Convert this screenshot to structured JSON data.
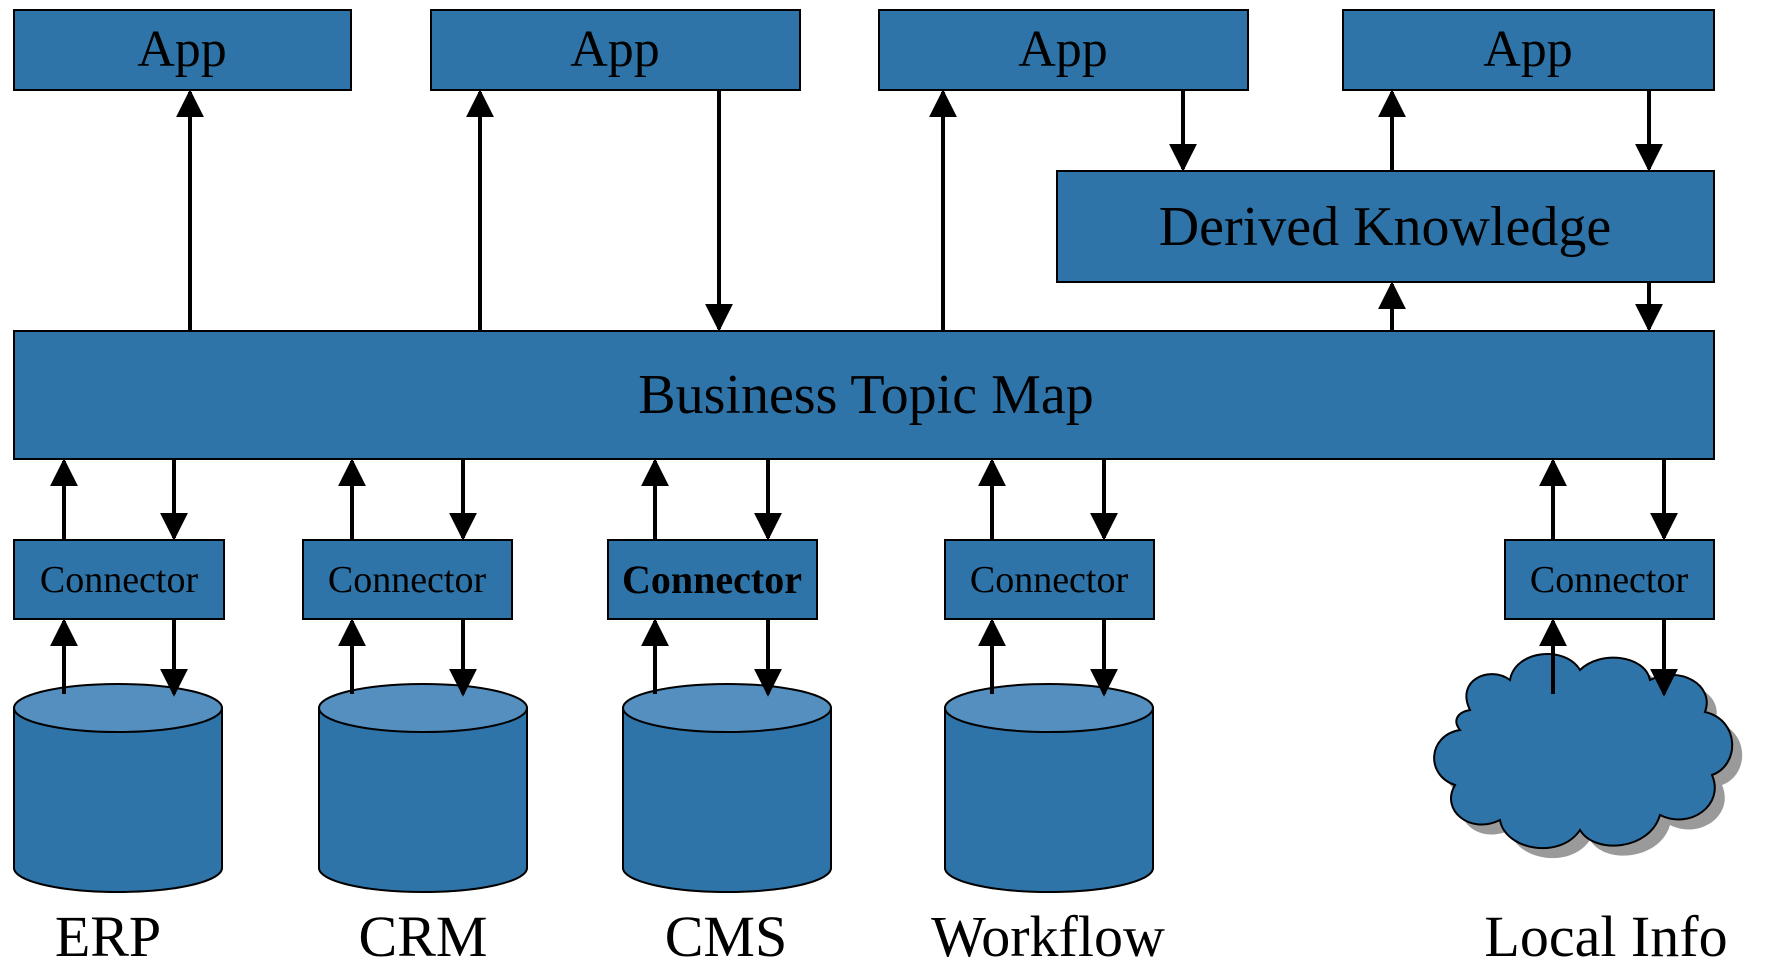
{
  "colors": {
    "box_fill": "#2e74a9",
    "cylinder_top": "#548fbf",
    "cloud_fill": "#2e74a9",
    "cloud_shadow": "#9a9a9a",
    "stroke": "#000000",
    "background": "#ffffff"
  },
  "apps": [
    {
      "label": "App"
    },
    {
      "label": "App"
    },
    {
      "label": "App"
    },
    {
      "label": "App"
    }
  ],
  "derived_knowledge": {
    "label": "Derived Knowledge"
  },
  "business_topic_map": {
    "label": "Business Topic Map"
  },
  "connectors": [
    {
      "label": "Connector",
      "bold": false
    },
    {
      "label": "Connector",
      "bold": false
    },
    {
      "label": "Connector",
      "bold": true
    },
    {
      "label": "Connector",
      "bold": false
    },
    {
      "label": "Connector",
      "bold": false
    }
  ],
  "sources": [
    {
      "label": "ERP",
      "shape": "database-icon"
    },
    {
      "label": "CRM",
      "shape": "database-icon"
    },
    {
      "label": "CMS",
      "shape": "database-icon"
    },
    {
      "label": "Workflow",
      "shape": "database-icon"
    },
    {
      "label": "Local Info",
      "shape": "cloud-icon"
    }
  ]
}
